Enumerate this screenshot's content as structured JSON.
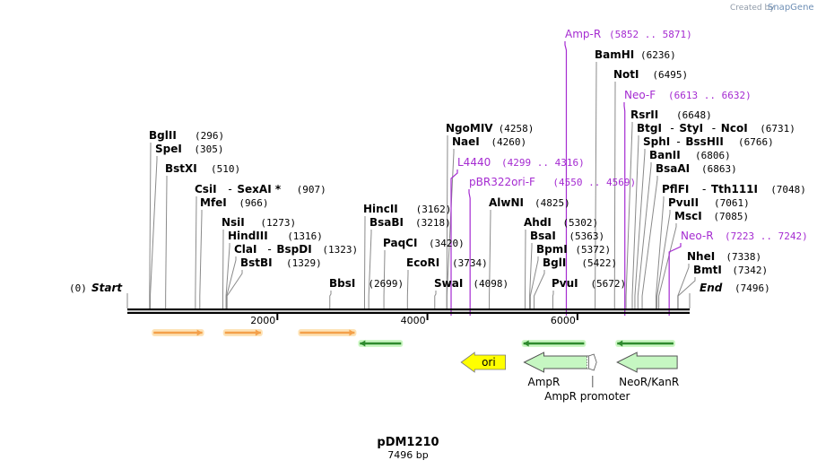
{
  "brand": {
    "created_by": "Created by",
    "logo": "SnapGene"
  },
  "plasmid": {
    "name": "pDM1210",
    "length_label": "7496 bp",
    "length": 7496
  },
  "colors": {
    "enzyme": "#000000",
    "primer": "#a52bd1",
    "orange_feature": "#f4a04a",
    "orange_feature_glow": "#fde3b7",
    "green_feature": "#2e8b2e",
    "green_feature_glow": "#ccf7c4",
    "ori": "#ffff00",
    "ampr": "#c6f7c2",
    "backbone": "#000000"
  },
  "ends": {
    "start": {
      "label": "Start",
      "pos_label": "(0)",
      "position": 0
    },
    "end": {
      "label": "End",
      "pos_label": "(7496)",
      "position": 7496
    }
  },
  "ticks": [
    {
      "label": "2000",
      "position": 2000
    },
    {
      "label": "4000",
      "position": 4000
    },
    {
      "label": "6000",
      "position": 6000
    }
  ],
  "enzymes": [
    {
      "name": "BglII",
      "pos_label": "(296)",
      "position": 296
    },
    {
      "name": "SpeI",
      "pos_label": "(305)",
      "position": 305
    },
    {
      "name": "BstXI",
      "pos_label": "(510)",
      "position": 510
    },
    {
      "name": "CsiI",
      "pair": "SexAI *",
      "pos_label": "(907)",
      "position": 907
    },
    {
      "name": "MfeI",
      "pos_label": "(966)",
      "position": 966
    },
    {
      "name": "NsiI",
      "pos_label": "(1273)",
      "position": 1273
    },
    {
      "name": "HindIII",
      "pos_label": "(1316)",
      "position": 1316
    },
    {
      "name": "ClaI",
      "pair": "BspDI",
      "pos_label": "(1323)",
      "position": 1323
    },
    {
      "name": "BstBI",
      "pos_label": "(1329)",
      "position": 1329
    },
    {
      "name": "BbsI",
      "pos_label": "(2699)",
      "position": 2699
    },
    {
      "name": "HincII",
      "pos_label": "(3162)",
      "position": 3162
    },
    {
      "name": "BsaBI",
      "pos_label": "(3218)",
      "position": 3218
    },
    {
      "name": "PaqCI",
      "pos_label": "(3420)",
      "position": 3420
    },
    {
      "name": "EcoRI",
      "pos_label": "(3734)",
      "position": 3734
    },
    {
      "name": "SwaI",
      "pos_label": "(4098)",
      "position": 4098
    },
    {
      "name": "NgoMIV",
      "pos_label": "(4258)",
      "position": 4258
    },
    {
      "name": "NaeI",
      "pos_label": "(4260)",
      "position": 4260
    },
    {
      "name": "AlwNI",
      "pos_label": "(4825)",
      "position": 4825
    },
    {
      "name": "AhdI",
      "pos_label": "(5302)",
      "position": 5302
    },
    {
      "name": "BsaI",
      "pos_label": "(5363)",
      "position": 5363
    },
    {
      "name": "BpmI",
      "pos_label": "(5372)",
      "position": 5372
    },
    {
      "name": "BglI",
      "pos_label": "(5422)",
      "position": 5422
    },
    {
      "name": "PvuI",
      "pos_label": "(5672)",
      "position": 5672
    },
    {
      "name": "BamHI",
      "pos_label": "(6236)",
      "position": 6236
    },
    {
      "name": "NotI",
      "pos_label": "(6495)",
      "position": 6495
    },
    {
      "name": "RsrII",
      "pos_label": "(6648)",
      "position": 6648
    },
    {
      "name": "BtgI",
      "pair": "StyI",
      "pair2": "NcoI",
      "pos_label": "(6731)",
      "position": 6731
    },
    {
      "name": "SphI",
      "pair": "BssHII",
      "pos_label": "(6766)",
      "position": 6766
    },
    {
      "name": "BanII",
      "pos_label": "(6806)",
      "position": 6806
    },
    {
      "name": "BsaAI",
      "pos_label": "(6863)",
      "position": 6863
    },
    {
      "name": "PflFI",
      "pair": "Tth111I",
      "pos_label": "(7048)",
      "position": 7048
    },
    {
      "name": "PvuII",
      "pos_label": "(7061)",
      "position": 7061
    },
    {
      "name": "MscI",
      "pos_label": "(7085)",
      "position": 7085
    },
    {
      "name": "NheI",
      "pos_label": "(7338)",
      "position": 7338
    },
    {
      "name": "BmtI",
      "pos_label": "(7342)",
      "position": 7342
    }
  ],
  "primers": [
    {
      "name": "Amp-R",
      "pos_label": "(5852 .. 5871)",
      "position": 5852
    },
    {
      "name": "Neo-F",
      "pos_label": "(6613 .. 6632)",
      "position": 6632
    },
    {
      "name": "L4440",
      "pos_label": "(4299 .. 4316)",
      "position": 4316
    },
    {
      "name": "pBR322ori-F",
      "pos_label": "(4550 .. 4569)",
      "position": 4569
    },
    {
      "name": "Neo-R",
      "pos_label": "(7223 .. 7242)",
      "position": 7223
    }
  ],
  "features": [
    {
      "name": "",
      "type": "orange",
      "direction": "right",
      "start": 350,
      "end": 1000
    },
    {
      "name": "",
      "type": "orange",
      "direction": "right",
      "start": 1300,
      "end": 1780
    },
    {
      "name": "",
      "type": "orange",
      "direction": "right",
      "start": 2300,
      "end": 3030
    },
    {
      "name": "",
      "type": "green",
      "direction": "left",
      "start": 3100,
      "end": 3650
    },
    {
      "name": "",
      "type": "green",
      "direction": "left",
      "start": 5280,
      "end": 6090
    },
    {
      "name": "",
      "type": "green",
      "direction": "left",
      "start": 6530,
      "end": 7280
    },
    {
      "name": "ori",
      "type": "ori",
      "direction": "left",
      "start": 4450,
      "end": 5040
    },
    {
      "name": "AmpR",
      "type": "ampr",
      "direction": "left",
      "start": 5290,
      "end": 6150
    },
    {
      "name": "AmpR promoter",
      "type": "promoter",
      "direction": "left",
      "start": 6150,
      "end": 6255
    },
    {
      "name": "NeoR/KanR",
      "type": "neor",
      "direction": "left",
      "start": 6530,
      "end": 7330
    }
  ]
}
